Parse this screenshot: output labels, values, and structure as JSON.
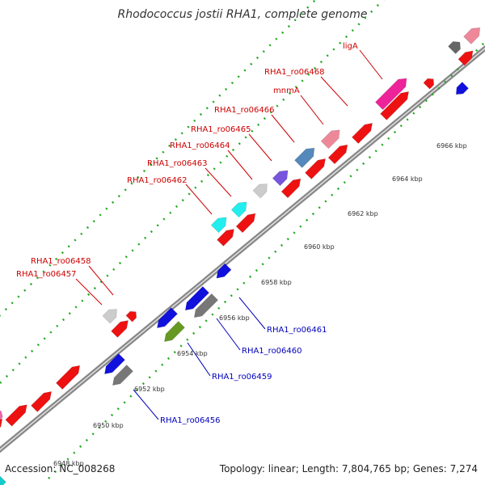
{
  "title": "Rhodococcus jostii RHA1, complete genome",
  "footer": {
    "accession_label": "Accession:",
    "accession": "NC_008268",
    "topology_label": "Topology:",
    "topology": "linear",
    "length_label": "Length:",
    "length": "7,804,765 bp",
    "genes_label": "Genes:",
    "genes": "7,274"
  },
  "colors": {
    "forward_gene": "#ee1111",
    "reverse_gene": "#1111dd",
    "forward_label": "#cc0000",
    "reverse_label": "#0000bb",
    "backbone": "#888888",
    "tick": "#22aa22",
    "tick_label": "#333333"
  },
  "ticks": [
    {
      "label": "6948 kbp"
    },
    {
      "label": "6950 kbp"
    },
    {
      "label": "6952 kbp"
    },
    {
      "label": "6954 kbp"
    },
    {
      "label": "6956 kbp"
    },
    {
      "label": "6958 kbp"
    },
    {
      "label": "6960 kbp"
    },
    {
      "label": "6962 kbp"
    },
    {
      "label": "6964 kbp"
    },
    {
      "label": "6966 kbp"
    }
  ],
  "gene_labels": [
    {
      "name": "ligA",
      "strand": "forward"
    },
    {
      "name": "RHA1_ro06468",
      "strand": "forward"
    },
    {
      "name": "mnmA",
      "strand": "forward"
    },
    {
      "name": "RHA1_ro06466",
      "strand": "forward"
    },
    {
      "name": "RHA1_ro06465",
      "strand": "forward"
    },
    {
      "name": "RHA1_ro06464",
      "strand": "forward"
    },
    {
      "name": "RHA1_ro06463",
      "strand": "forward"
    },
    {
      "name": "RHA1_ro06462",
      "strand": "forward"
    },
    {
      "name": "RHA1_ro06458",
      "strand": "forward"
    },
    {
      "name": "RHA1_ro06457",
      "strand": "forward"
    },
    {
      "name": "RHA1_ro06461",
      "strand": "reverse"
    },
    {
      "name": "RHA1_ro06460",
      "strand": "reverse"
    },
    {
      "name": "RHA1_ro06459",
      "strand": "reverse"
    },
    {
      "name": "RHA1_ro06456",
      "strand": "reverse"
    }
  ]
}
